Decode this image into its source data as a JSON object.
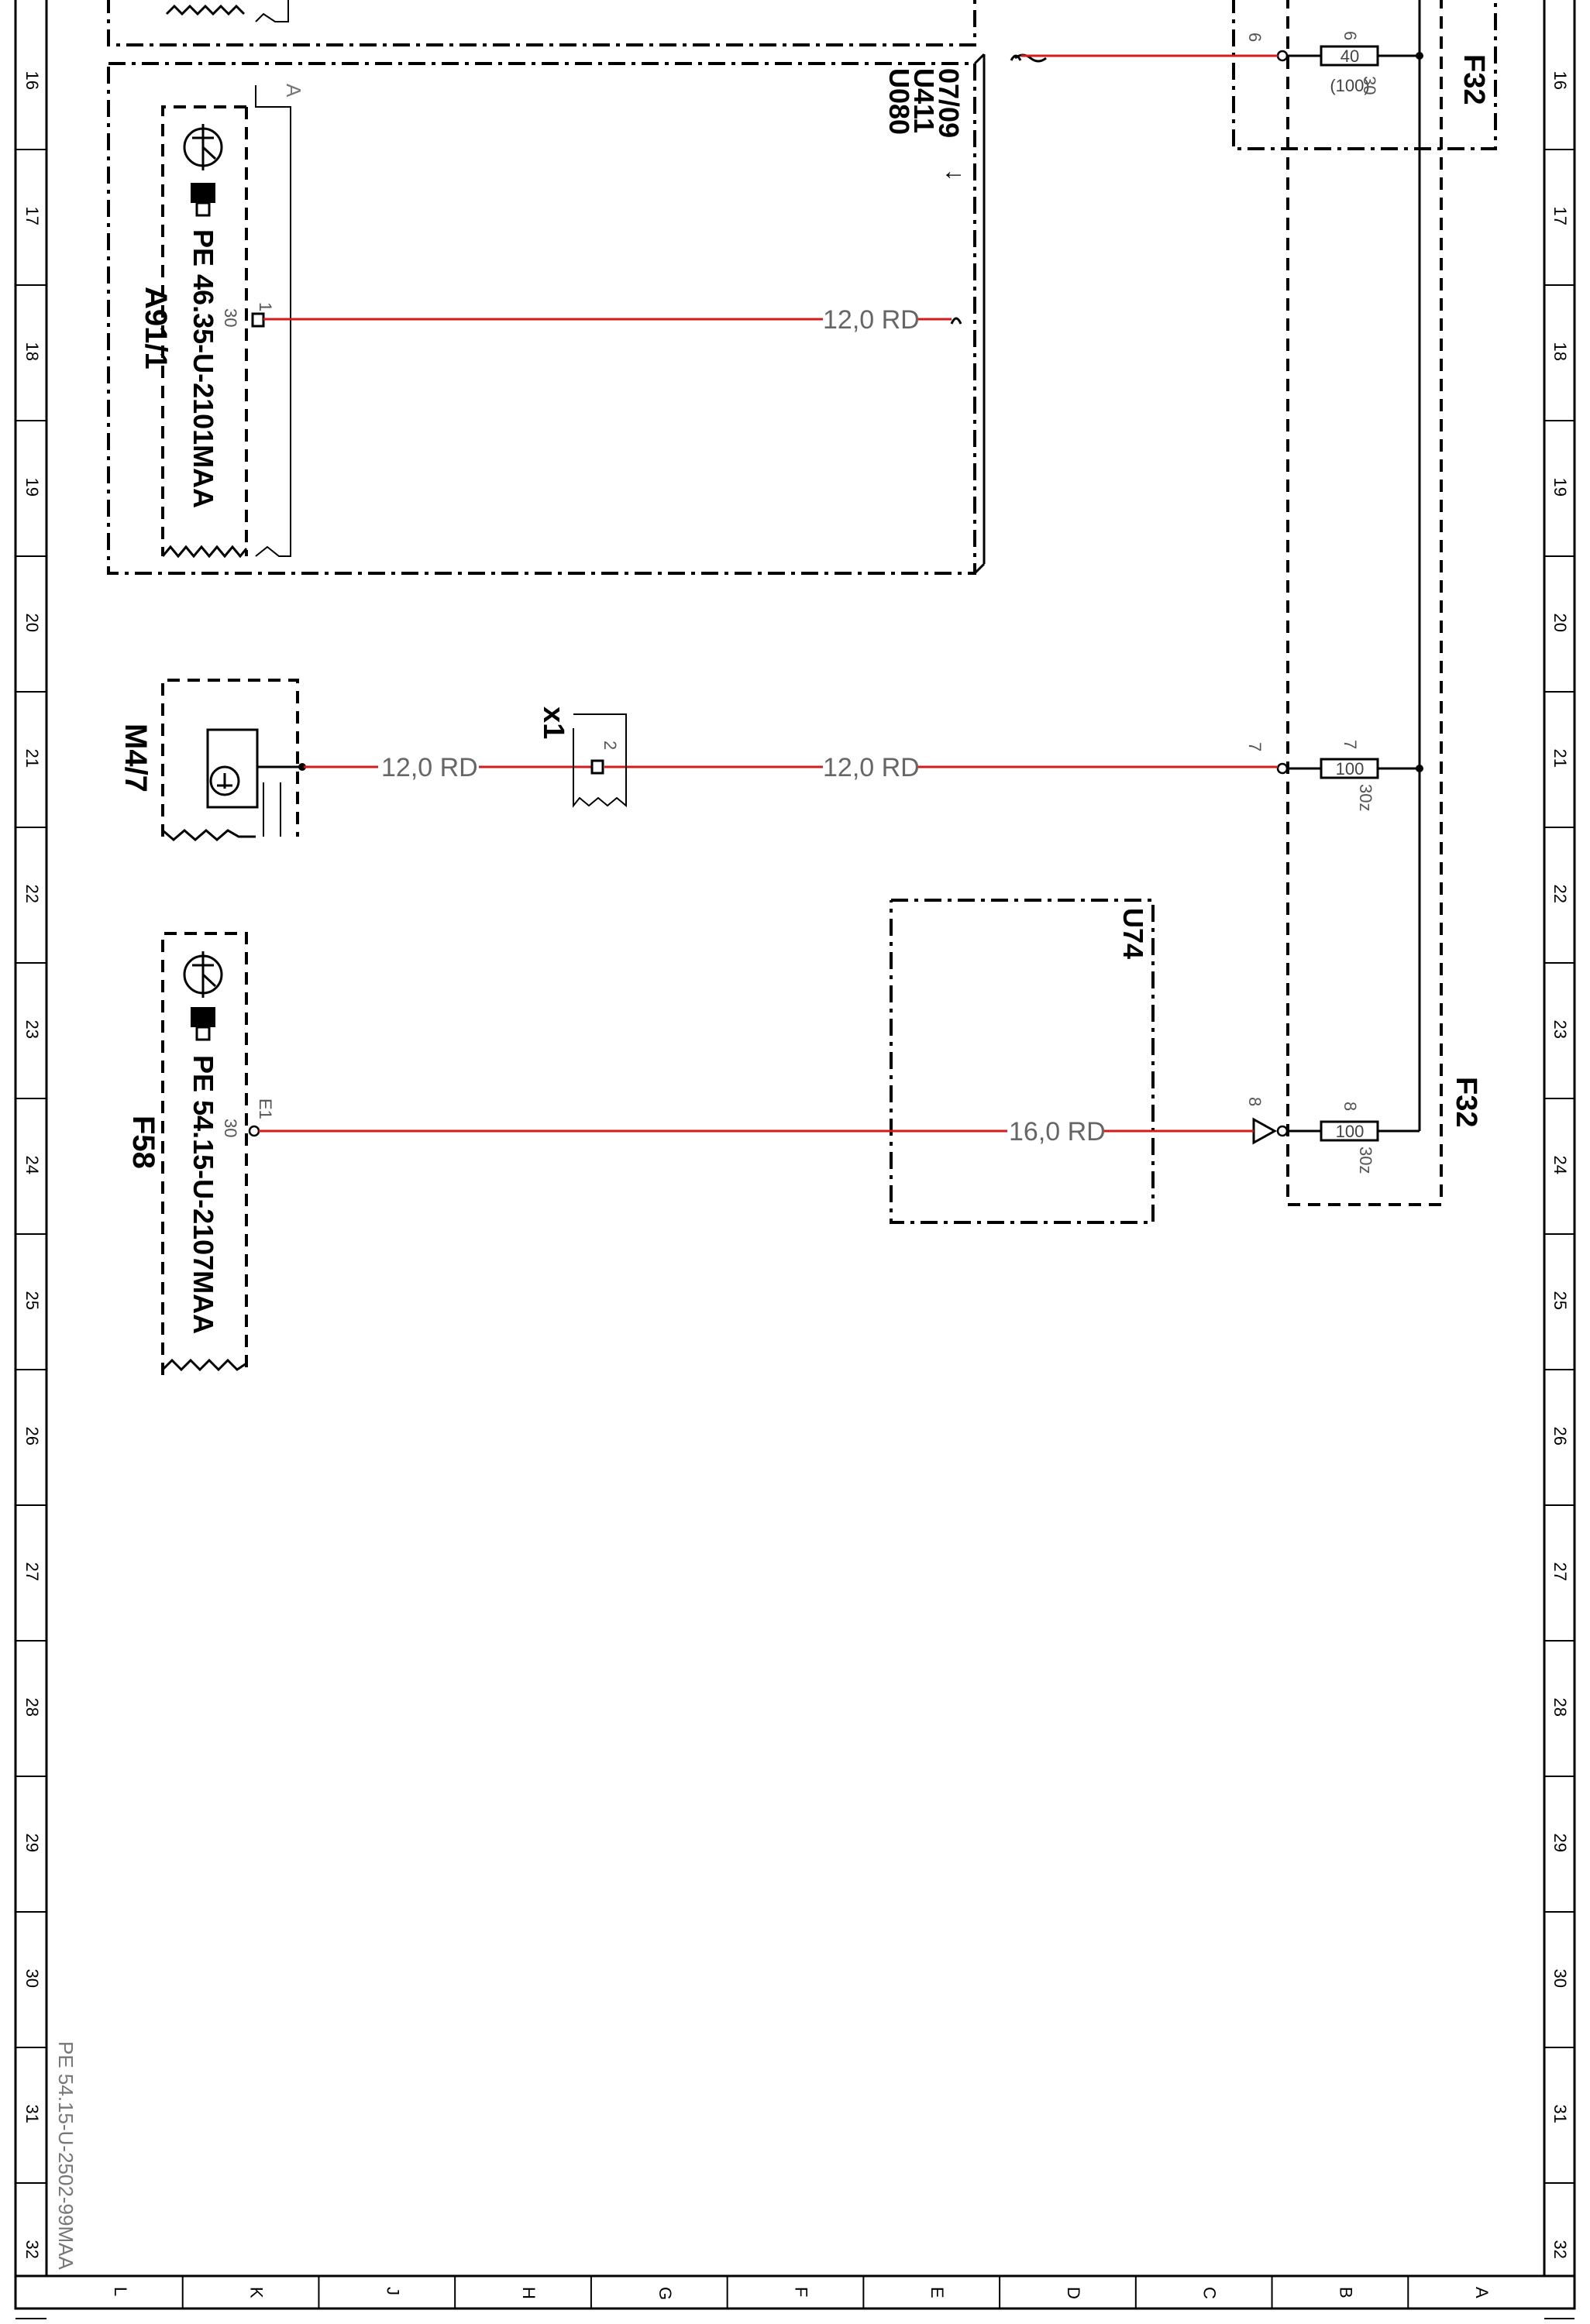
{
  "sheet": {
    "row_numbers": [
      "16",
      "17",
      "18",
      "19",
      "20",
      "21",
      "22",
      "23",
      "24",
      "25",
      "26",
      "27",
      "28",
      "29",
      "30",
      "31",
      "32"
    ],
    "column_letters": [
      "L",
      "K",
      "J",
      "H",
      "G",
      "F",
      "E",
      "D",
      "C",
      "B",
      "A"
    ],
    "drawing_id": "PE 54.15-U-2502-99MAA"
  },
  "diagram": {
    "fuse_block_label_top": "F32",
    "fuse_block_label_bottom": "F32",
    "fuse6": {
      "pin": "6",
      "top": "6",
      "value": "40",
      "value2": "(100)",
      "side": "30"
    },
    "fuse7": {
      "pin": "7",
      "top": "7",
      "value": "100",
      "side": "30z"
    },
    "fuse8": {
      "pin": "8",
      "top": "8",
      "value": "100",
      "side": "30z"
    },
    "crossref_lines": [
      "07/09",
      "U411",
      "U080"
    ],
    "crossref_arrow": "↓",
    "a91": {
      "name": "A91/1",
      "ref": "PE 46.35-U-2101MAA",
      "pin_top": "1",
      "pin_side": "30",
      "corner": "A"
    },
    "wire_a91": "12,0 RD",
    "m47": {
      "name": "M4/7"
    },
    "wire_m47_left": "12,0 RD",
    "wire_m47_right": "12,0 RD",
    "x1": {
      "name": "x1",
      "pin": "2"
    },
    "u74": {
      "name": "U74"
    },
    "f58": {
      "name": "F58",
      "ref": "PE 54.15-U-2107MAA",
      "pin_top": "E1",
      "pin_side": "30"
    },
    "wire_f58": "16,0 RD"
  }
}
